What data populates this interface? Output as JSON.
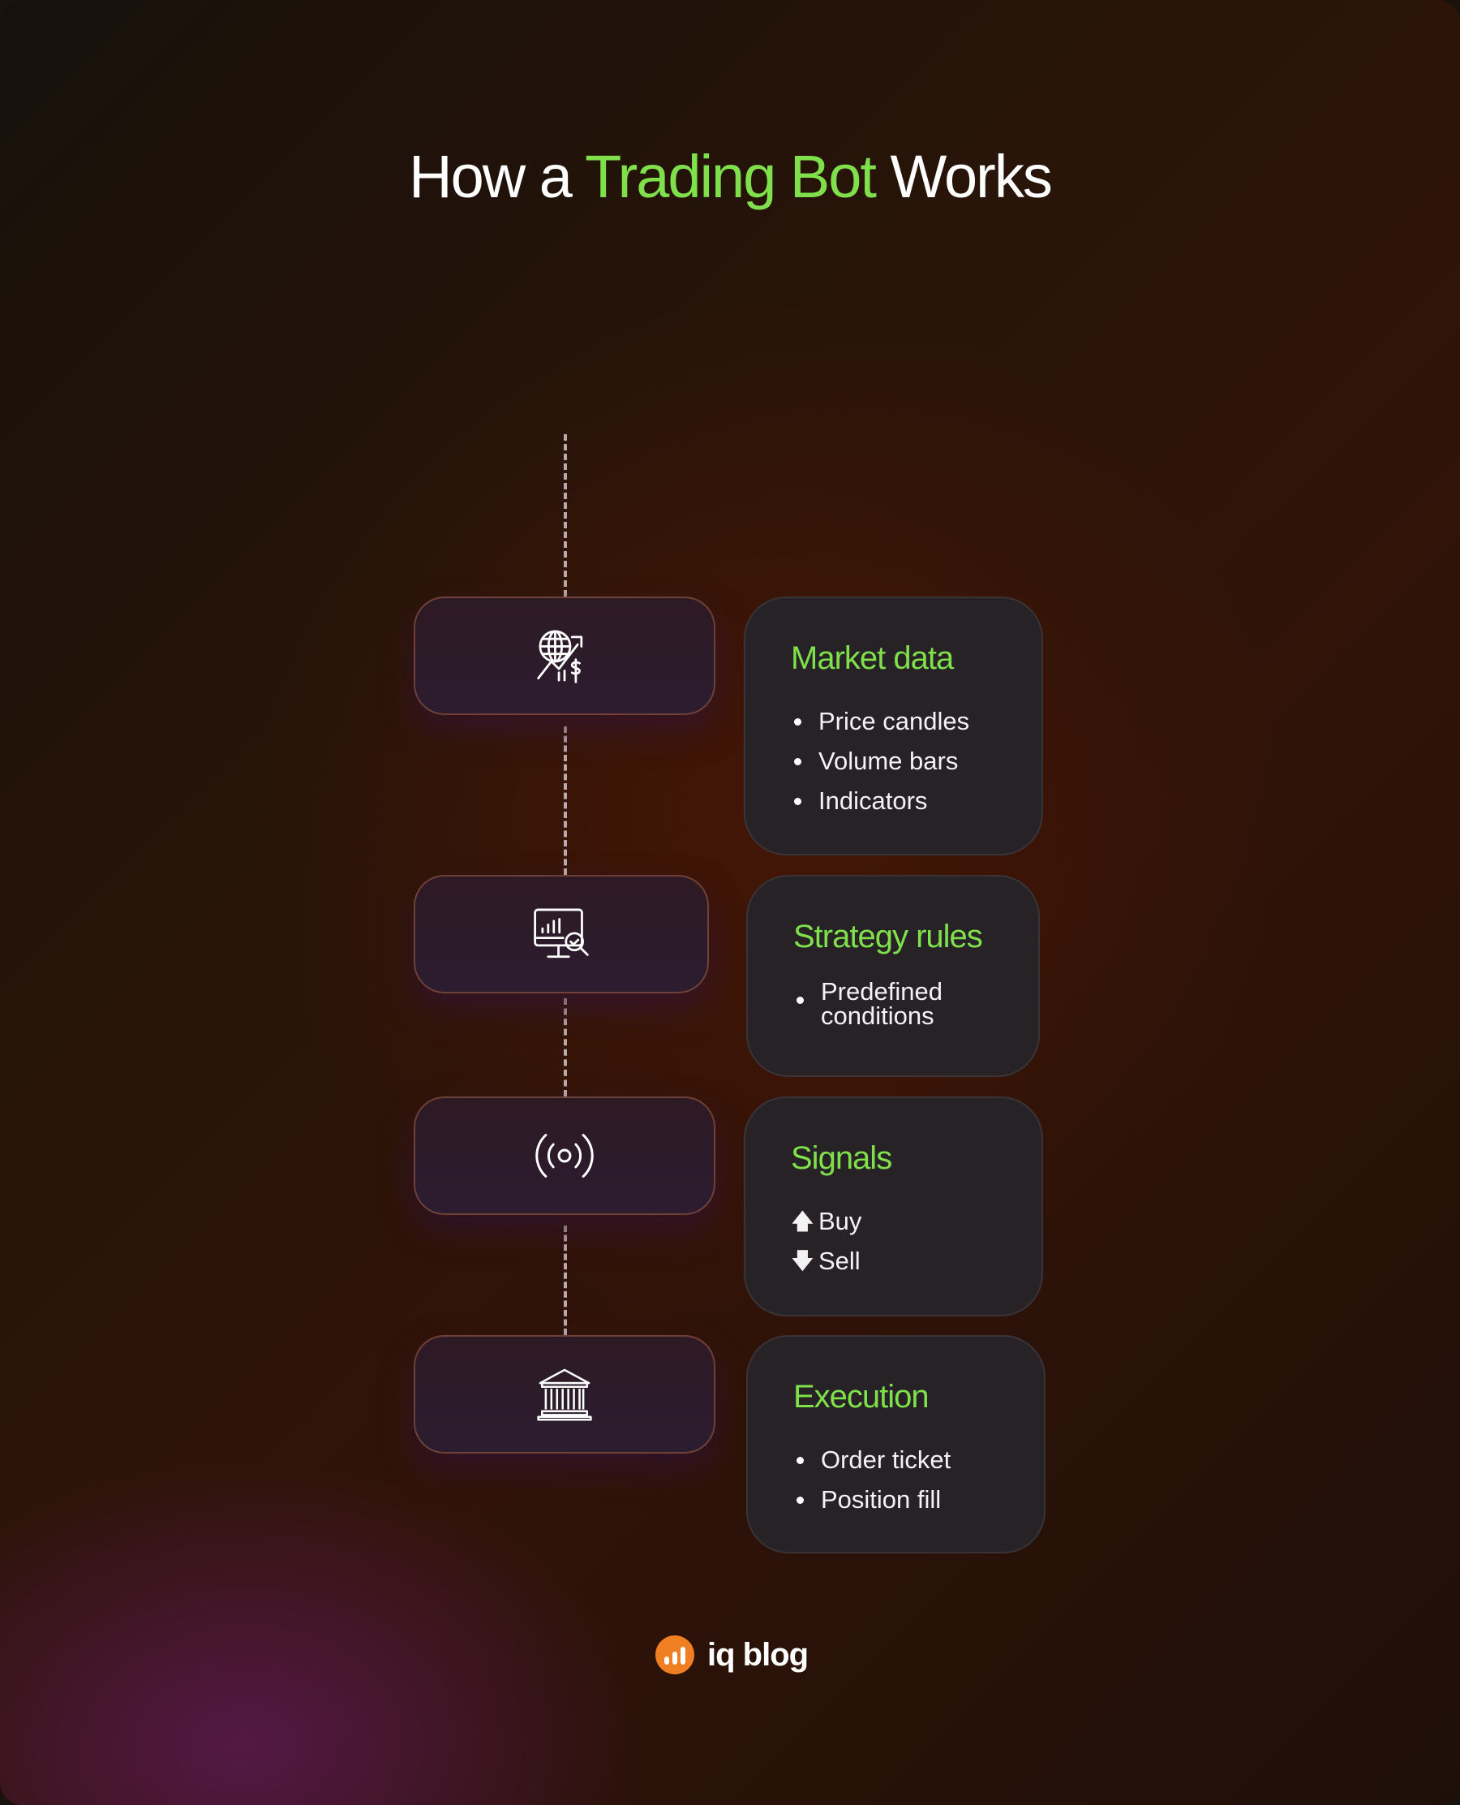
{
  "title": {
    "pre": "How a ",
    "highlight": "Trading Bot",
    "post": " Works"
  },
  "steps": [
    {
      "icon": "globe-chart-dollar-icon",
      "heading": "Market data",
      "items": [
        "Price candles",
        "Volume bars",
        "Indicators"
      ]
    },
    {
      "icon": "monitor-analytics-icon",
      "heading": "Strategy rules",
      "items": [
        "Predefined conditions"
      ]
    },
    {
      "icon": "broadcast-signal-icon",
      "heading": "Signals",
      "items": [
        "Buy",
        "Sell"
      ]
    },
    {
      "icon": "bank-icon",
      "heading": "Execution",
      "items": [
        "Order ticket",
        "Position fill"
      ]
    }
  ],
  "logo": {
    "text": "iq blog"
  },
  "colors": {
    "accent": "#7fe04b",
    "logo": "#f07e22"
  }
}
